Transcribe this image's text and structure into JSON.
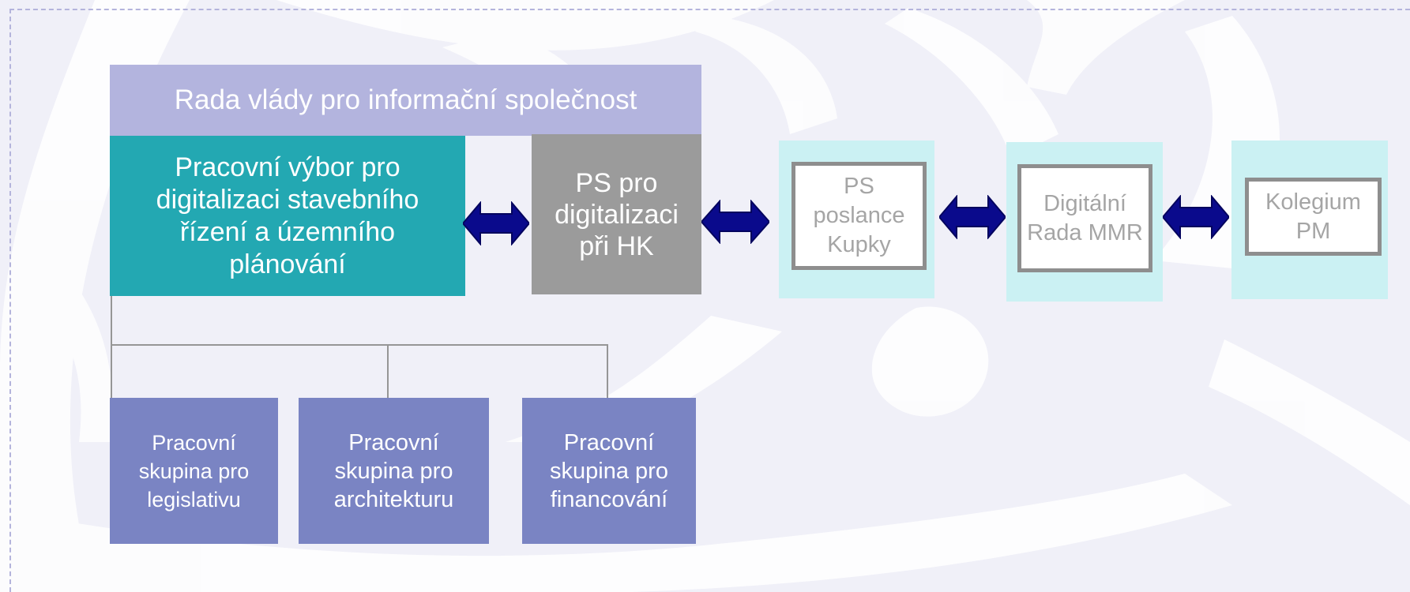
{
  "diagram": {
    "council": "Rada vlády pro informační společnost",
    "committee": "Pracovní výbor pro digitalizaci stavebního řízení a územního plánování",
    "hk_group": [
      "PS pro",
      "digitalizaci",
      "při HK"
    ],
    "partners": {
      "ps_kupky": [
        "PS",
        "poslance",
        "Kupky"
      ],
      "digital_council": [
        "Digitální",
        "Rada",
        "MMR"
      ],
      "kolegium": [
        "Kolegium",
        "PM"
      ]
    },
    "subgroups": {
      "legislation": [
        "Pracovní",
        "skupina pro",
        "legislativu"
      ],
      "architecture": [
        "Pracovní",
        "skupina pro",
        "architekturu"
      ],
      "financing": [
        "Pracovní",
        "skupina pro",
        "financování"
      ]
    }
  },
  "colors": {
    "background": "#f0f0f8",
    "watermark": "#ffffff",
    "council": "#b3b4de",
    "committee": "#23a8b2",
    "hk_group": "#9b9b9b",
    "partner_panel": "#cbf1f3",
    "partner_border": "#8e8e8e",
    "partner_text": "#a5a5a5",
    "subgroup": "#7a84c3",
    "arrow": "#0a0a8c",
    "connector": "#969696"
  },
  "icons": {
    "arrow": "double-headed-arrow-icon",
    "watermark": "watermark-logo"
  }
}
